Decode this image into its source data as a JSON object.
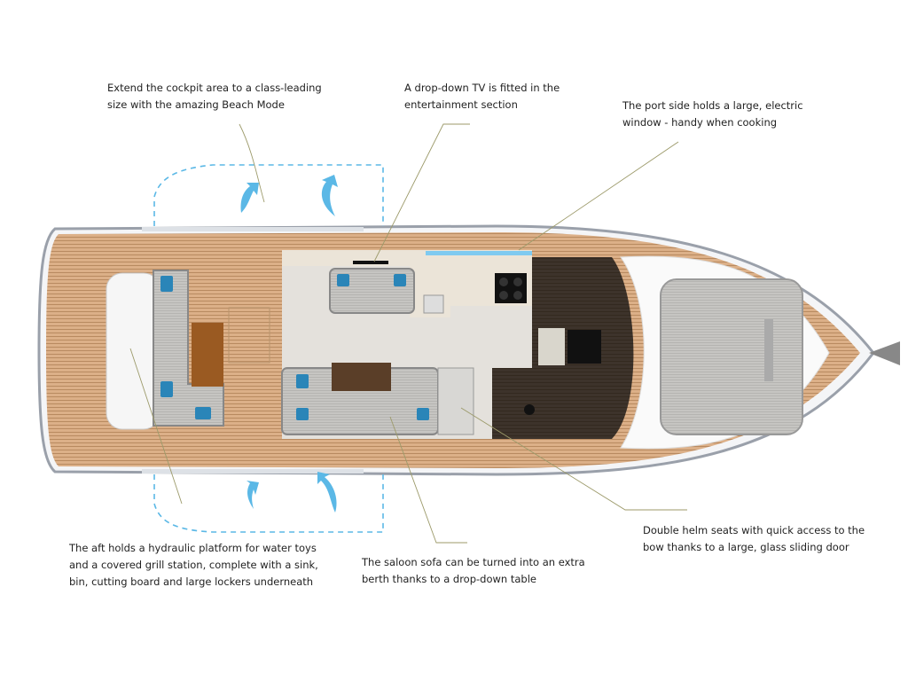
{
  "annotations": [
    {
      "id": "beach-mode",
      "lines": [
        "Extend the cockpit area to a class-leading",
        "size with the amazing Beach Mode"
      ]
    },
    {
      "id": "tv",
      "lines": [
        "A drop-down TV is fitted in the",
        "entertainment section"
      ]
    },
    {
      "id": "port-window",
      "lines": [
        "The port side holds a large, electric",
        "window - handy when cooking"
      ]
    },
    {
      "id": "aft-platform",
      "lines": [
        "The aft holds a hydraulic platform for water toys",
        "and a covered grill station, complete with a sink,",
        "bin, cutting board and large lockers underneath"
      ]
    },
    {
      "id": "saloon-sofa",
      "lines": [
        "The saloon sofa can be turned into an extra",
        "berth thanks to a drop-down table"
      ]
    },
    {
      "id": "helm-seats",
      "lines": [
        "Double helm seats with quick access to the",
        "bow thanks to a large, glass sliding door"
      ]
    }
  ],
  "colors": {
    "teak": "#d9ad80",
    "cushion": "#2a85b8",
    "beach_mode": "#5bb8e6",
    "leader": "#9c9a6a",
    "helm": "#3a3029"
  }
}
